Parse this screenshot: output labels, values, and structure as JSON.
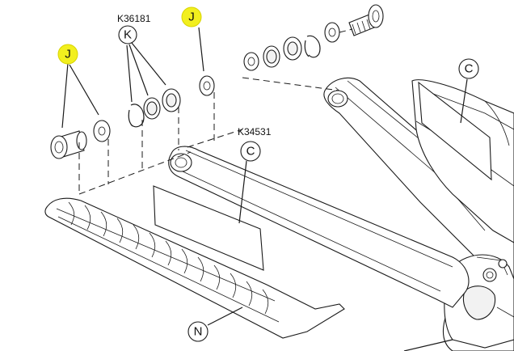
{
  "part_codes": {
    "k_bearing_kit": "K36181",
    "c_sticker_kit": "K34531"
  },
  "callouts": {
    "j_left": "J",
    "j_top": "J",
    "k": "K",
    "c_middle": "C",
    "c_right": "C",
    "n": "N"
  },
  "colors": {
    "highlight": "#f2ef1e",
    "line": "#1a1a1a"
  }
}
